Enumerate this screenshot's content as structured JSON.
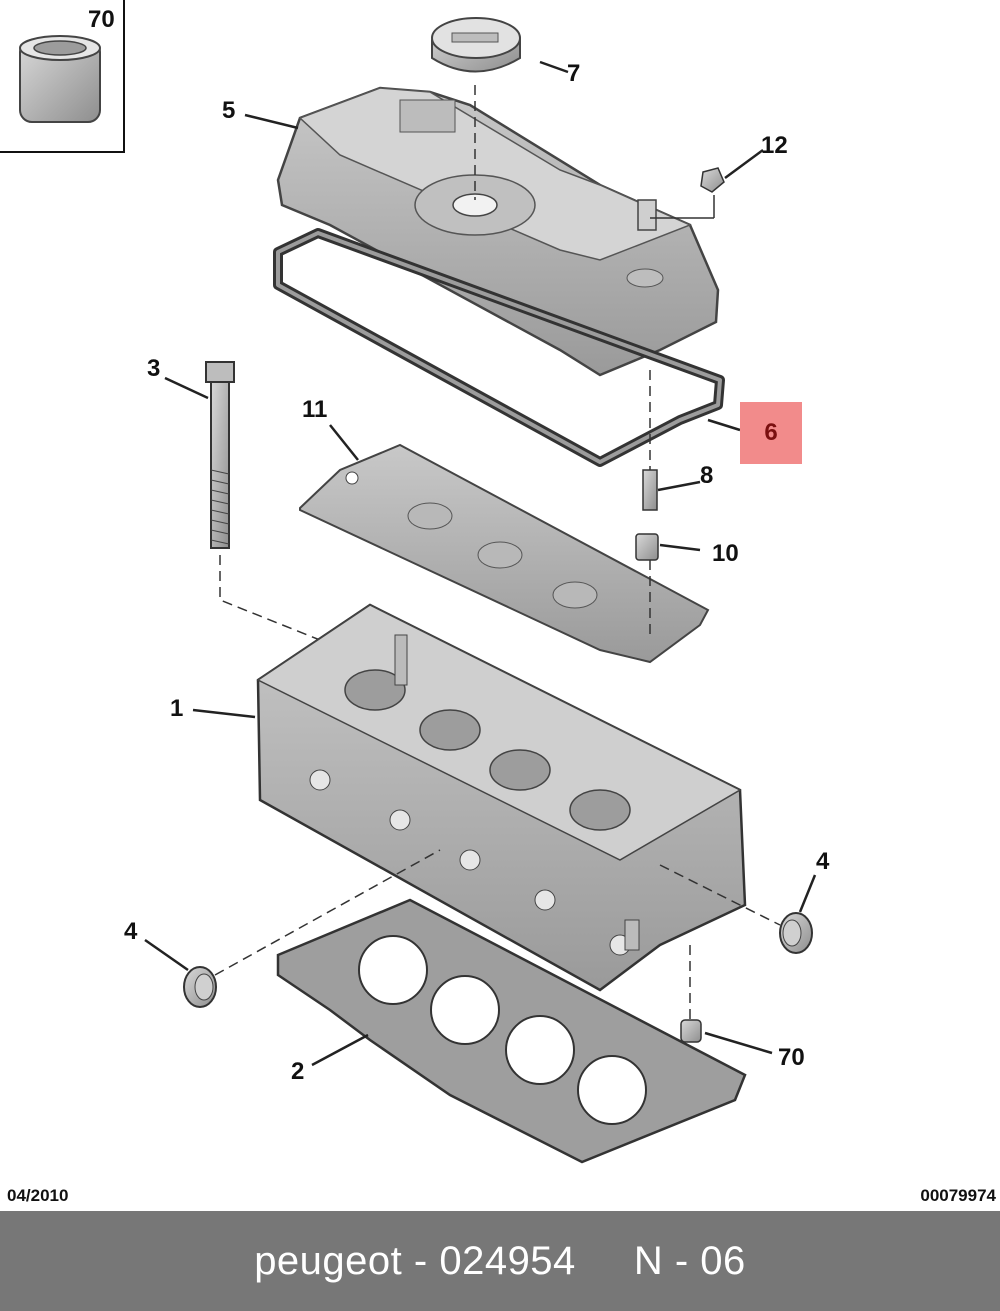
{
  "diagram": {
    "callouts": {
      "inset_70": "70",
      "p7": "7",
      "p5": "5",
      "p12": "12",
      "p3": "3",
      "p11": "11",
      "p6": "6",
      "p8": "8",
      "p10": "10",
      "p1": "1",
      "p4_right": "4",
      "p4_left": "4",
      "p70": "70",
      "p2": "2"
    },
    "highlight_color": "#f28b8b",
    "date_code": "04/2010",
    "ref_code": "00079974"
  },
  "caption": {
    "text": "peugeot - 024954     N - 06",
    "background": "#777777"
  }
}
